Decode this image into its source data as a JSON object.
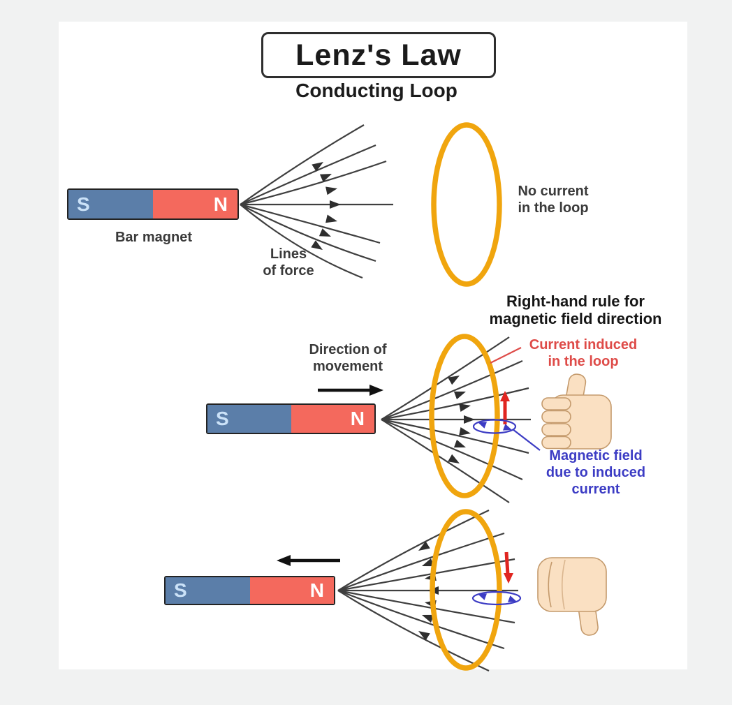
{
  "title": "Lenz's Law",
  "subtitle": "Conducting Loop",
  "colors": {
    "background": "#f1f2f2",
    "paper": "#ffffff",
    "loop_orange": "#f0a50e",
    "field_line": "#3f3f3f",
    "red_accent": "#e02520",
    "red_text": "#de4b48",
    "blue_accent": "#3c3cc4",
    "magnet_south_blue": "#5b7ea9",
    "magnet_north_red": "#f4695d",
    "hand_skin": "#fae0c2"
  },
  "panel_top": {
    "magnet": {
      "south_label": "S",
      "north_label": "N"
    },
    "magnet_caption": "Bar magnet",
    "field_lines_caption": "Lines\nof force",
    "loop_caption": "No current\nin the loop"
  },
  "panel_middle": {
    "heading": "Right-hand rule for\nmagnetic field direction",
    "movement_caption": "Direction of\nmovement",
    "magnet": {
      "south_label": "S",
      "north_label": "N"
    },
    "current_caption": "Current induced\nin the loop",
    "induced_field_caption": "Magnetic field\ndue to induced\ncurrent"
  },
  "panel_bottom": {
    "magnet": {
      "south_label": "S",
      "north_label": "N"
    }
  }
}
